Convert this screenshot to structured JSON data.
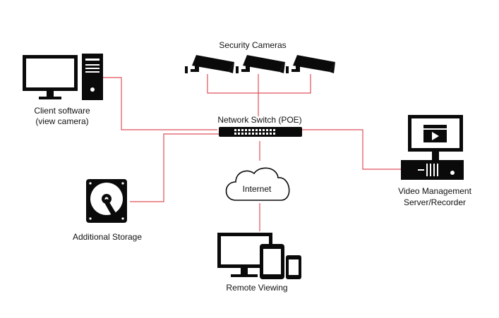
{
  "colors": {
    "link": "#e0505a",
    "device": "#0a0a0a",
    "screen": "#ffffff",
    "background": "#ffffff"
  },
  "cameras": {
    "label": "Security Cameras",
    "count": 3,
    "icon": "security-camera-icon"
  },
  "switch": {
    "label": "Network Switch (POE)",
    "icon": "network-switch-icon"
  },
  "client": {
    "label_line1": "Client software",
    "label_line2": "(view camera)",
    "icon": "desktop-computer-icon"
  },
  "storage": {
    "label": "Additional Storage",
    "icon": "hard-drive-icon"
  },
  "internet": {
    "label": "Internet",
    "icon": "cloud-icon"
  },
  "vms": {
    "label_line1": "Video Management",
    "label_line2": "Server/Recorder",
    "icon": "video-recorder-server-icon"
  },
  "remote": {
    "label": "Remote Viewing",
    "icon": "monitor-and-mobile-devices-icon"
  }
}
